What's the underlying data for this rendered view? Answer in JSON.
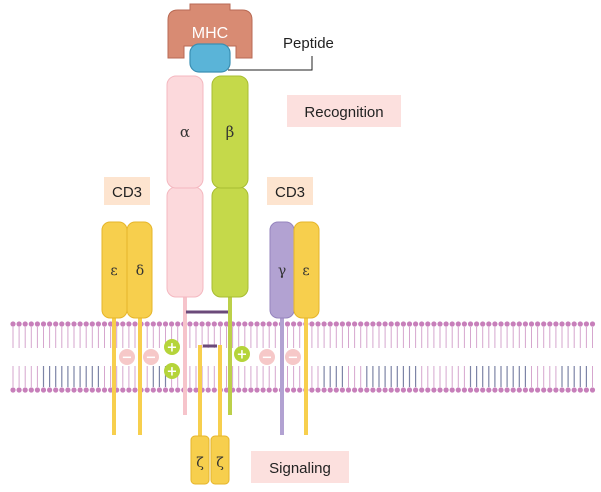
{
  "labels": {
    "mhc": "MHC",
    "peptide": "Peptide",
    "recognition": "Recognition",
    "cd3_left": "CD3",
    "cd3_right": "CD3",
    "signaling": "Signaling"
  },
  "chains": {
    "alpha": "α",
    "beta": "β",
    "epsilon_left": "ε",
    "delta": "δ",
    "gamma": "γ",
    "epsilon_right": "ε",
    "zeta_1": "ζ",
    "zeta_2": "ζ"
  },
  "charges": {
    "plus": "+",
    "minus": "−"
  },
  "colors": {
    "mhc": "#d88b73",
    "peptide": "#5ab4d8",
    "alpha": "#fcd9dc",
    "beta": "#c5d94a",
    "epsilon_delta": "#f7cf4d",
    "gamma": "#b2a2d2",
    "membrane_head": "#c77fba",
    "label_box_pink": "#fce0de",
    "label_box_peach": "#fde4cf",
    "plus_charge": "#b5d43a",
    "minus_charge": "#f6c8c8"
  }
}
